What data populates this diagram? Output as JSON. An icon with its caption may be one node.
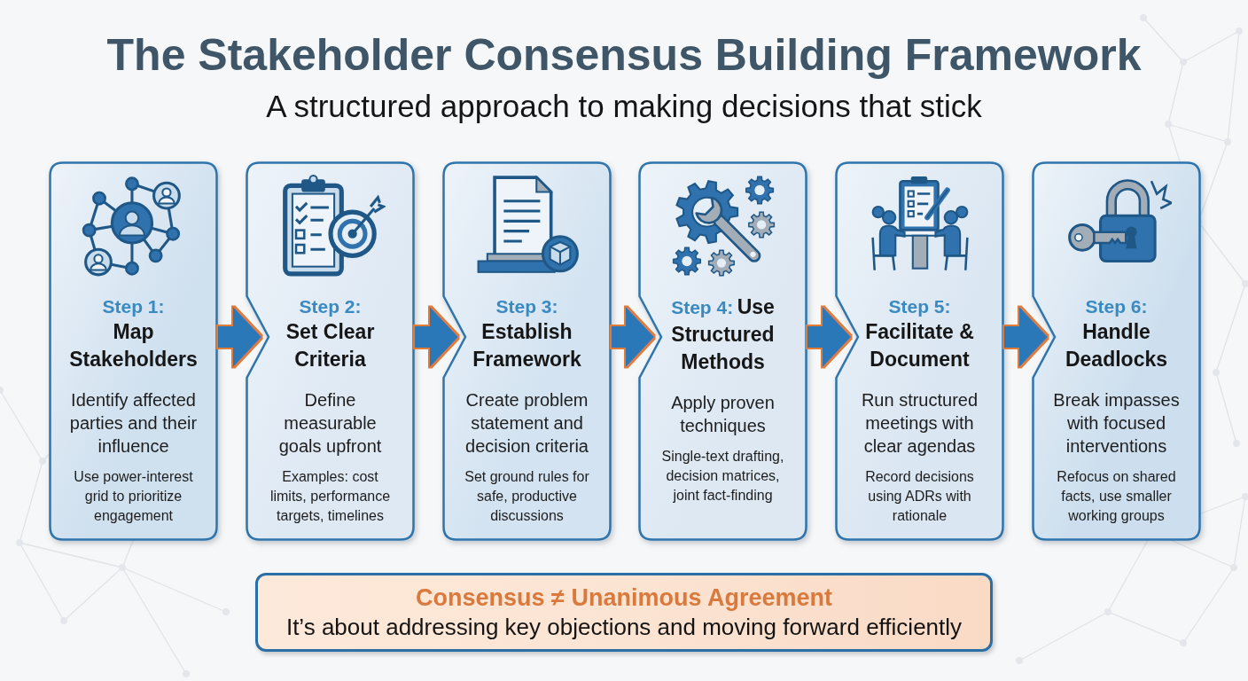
{
  "diagram": {
    "title": "The Stakeholder Consensus Building Framework",
    "nodes": [
      {
        "text": [
          "Step 1:",
          "Map Stakeholders",
          "Identify affected parties and their influence",
          "Use power-interest grid to prioritize engagement"
        ]
      },
      {
        "text": [
          "Step 2:",
          "Set Clear Criteria",
          "Define measurable goals upfront",
          "Examples: cost limits, performance targets, timelines"
        ]
      },
      {
        "text": [
          "Step 3:",
          "Establish Framework",
          "Create problem statement and decision criteria",
          "Set ground rules for safe, productive discussions"
        ]
      },
      {
        "text": [
          "Step 4:",
          "Use Structured Methods",
          "Apply proven techniques",
          "Single-text drafting, decision matrices, joint fact-finding"
        ]
      },
      {
        "text": [
          "Step 5:",
          "Facilitate & Document",
          "Run structured meetings with clear agendas",
          "Record decisions using ADRs with rationale"
        ]
      },
      {
        "text": [
          "Step 6:",
          "Handle Deadlocks",
          "Break impasses with focused interventions",
          "Refocus on shared facts, use smaller working groups"
        ]
      },
      {
        "text": [
          "Consensus ≠ Unanimous Agreement",
          "It’s about addressing key objections and moving forward efficiently"
        ]
      }
    ],
    "edges": [
      {
        "from": 0,
        "to": 1,
        "arrow": "to"
      },
      {
        "from": 1,
        "to": 2,
        "arrow": "to"
      },
      {
        "from": 2,
        "to": 3,
        "arrow": "to"
      },
      {
        "from": 3,
        "to": 4,
        "arrow": "to"
      },
      {
        "from": 4,
        "to": 5,
        "arrow": "to"
      }
    ],
    "labels": [
      "A structured approach to making decisions that stick"
    ]
  }
}
